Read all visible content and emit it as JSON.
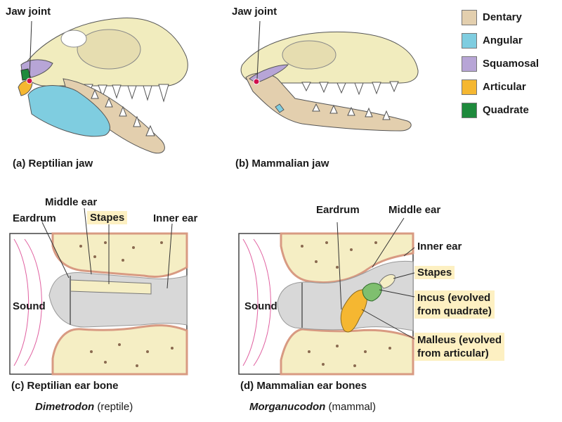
{
  "labels": {
    "jaw_joint_a": "Jaw joint",
    "jaw_joint_b": "Jaw joint",
    "caption_a": "(a) Reptilian jaw",
    "caption_b": "(b) Mammalian jaw",
    "middle_ear_c": "Middle ear",
    "eardrum_c": "Eardrum",
    "stapes_c": "Stapes",
    "inner_ear_c": "Inner ear",
    "sound_c": "Sound",
    "caption_c": "(c) Reptilian ear bone",
    "species_c": "Dimetrodon",
    "species_c_note": " (reptile)",
    "eardrum_d": "Eardrum",
    "middle_ear_d": "Middle ear",
    "inner_ear_d": "Inner ear",
    "stapes_d": "Stapes",
    "incus_d_1": "Incus (evolved",
    "incus_d_2": "from quadrate)",
    "malleus_d_1": "Malleus (evolved",
    "malleus_d_2": "from articular)",
    "sound_d": "Sound",
    "caption_d": "(d) Mammalian ear bones",
    "species_d": "Morganucodon",
    "species_d_note": " (mammal)"
  },
  "legend": [
    {
      "label": "Dentary",
      "color": "#e3cfae"
    },
    {
      "label": "Angular",
      "color": "#7fcde0"
    },
    {
      "label": "Squamosal",
      "color": "#b7a5d6"
    },
    {
      "label": "Articular",
      "color": "#f5b731"
    },
    {
      "label": "Quadrate",
      "color": "#1e8a3c"
    }
  ],
  "colors": {
    "skull": "#f1ecbe",
    "bone_fill": "#f5eec4",
    "cavity": "#d8d8d8",
    "gum_outline": "#d89a82",
    "sound_waves": "#e060a0",
    "joint": "#d0104c"
  }
}
